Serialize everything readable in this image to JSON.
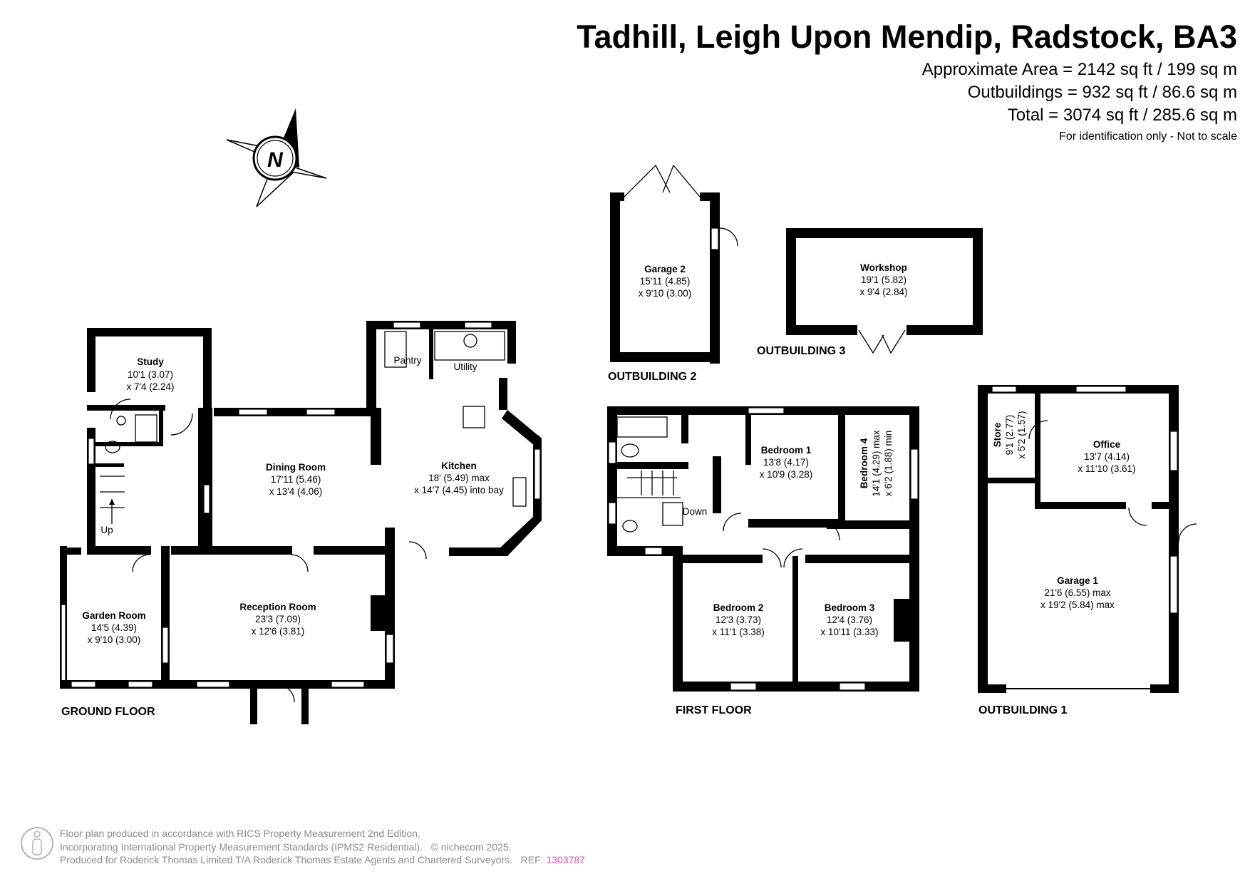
{
  "header": {
    "title": "Tadhill, Leigh Upon Mendip, Radstock, BA3",
    "area_approx": "Approximate Area = 2142 sq ft / 199 sq m",
    "area_outbuildings": "Outbuildings = 932 sq ft / 86.6 sq m",
    "area_total": "Total = 3074 sq ft / 285.6 sq m",
    "disclaimer": "For identification only - Not to scale"
  },
  "compass": {
    "label": "N",
    "icon": "compass-north-icon"
  },
  "floors": {
    "ground": "GROUND FLOOR",
    "first": "FIRST FLOOR",
    "out1": "OUTBUILDING 1",
    "out2": "OUTBUILDING 2",
    "out3": "OUTBUILDING 3"
  },
  "rooms": {
    "study": {
      "name": "Study",
      "d1": "10'1 (3.07)",
      "d2": "x 7'4 (2.24)"
    },
    "dining": {
      "name": "Dining Room",
      "d1": "17'11 (5.46)",
      "d2": "x 13'4 (4.06)"
    },
    "kitchen": {
      "name": "Kitchen",
      "d1": "18' (5.49) max",
      "d2": "x 14'7 (4.45) into bay"
    },
    "pantry": {
      "name": "Pantry"
    },
    "utility": {
      "name": "Utility"
    },
    "garden": {
      "name": "Garden Room",
      "d1": "14'5 (4.39)",
      "d2": "x 9'10 (3.00)"
    },
    "reception": {
      "name": "Reception Room",
      "d1": "23'3 (7.09)",
      "d2": "x 12'6 (3.81)"
    },
    "up": "Up",
    "down": "Down",
    "bed1": {
      "name": "Bedroom 1",
      "d1": "13'8 (4.17)",
      "d2": "x 10'9 (3.28)"
    },
    "bed2": {
      "name": "Bedroom 2",
      "d1": "12'3 (3.73)",
      "d2": "x 11'1 (3.38)"
    },
    "bed3": {
      "name": "Bedroom 3",
      "d1": "12'4 (3.76)",
      "d2": "x 10'11 (3.33)"
    },
    "bed4": {
      "name": "Bedroom 4",
      "d1": "14'1 (4.29) max",
      "d2": "x 6'2 (1.88) min"
    },
    "garage2": {
      "name": "Garage 2",
      "d1": "15'11 (4.85)",
      "d2": "x 9'10 (3.00)"
    },
    "workshop": {
      "name": "Workshop",
      "d1": "19'1 (5.82)",
      "d2": "x 9'4 (2.84)"
    },
    "store": {
      "name": "Store",
      "d1": "9'1 (2.77)",
      "d2": "x 5'2 (1.57)"
    },
    "office": {
      "name": "Office",
      "d1": "13'7 (4.14)",
      "d2": "x 11'10 (3.61)"
    },
    "garage1": {
      "name": "Garage 1",
      "d1": "21'6 (6.55) max",
      "d2": "x 19'2 (5.84) max"
    }
  },
  "footer": {
    "line1": "Floor plan produced in accordance with RICS Property Measurement 2nd Edition,",
    "line2": "Incorporating International Property Measurement Standards (IPMS2 Residential).",
    "copyright": "© nichecom 2025.",
    "line3": "Produced for Roderick Thomas Limited T/A Roderick Thomas Estate Agents and Chartered Surveyors.",
    "ref_label": "REF:",
    "ref_value": "1303787",
    "logo_icon": "person-logo-icon"
  }
}
